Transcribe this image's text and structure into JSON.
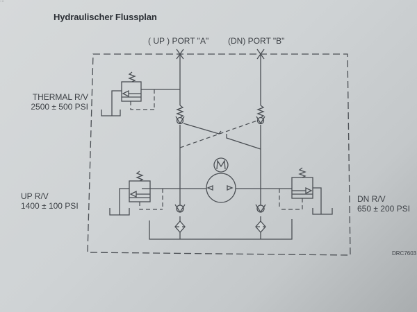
{
  "document": {
    "title": "Hydraulischer Flussplan",
    "figure_id": "DRC7603",
    "top_bleed_text": "..."
  },
  "ports": {
    "port_a": "( UP ) PORT \"A\"",
    "port_b": "(DN) PORT \"B\""
  },
  "relief_valves": {
    "thermal": {
      "name": "THERMAL R/V",
      "pressure": "2500 ± 500 PSI"
    },
    "up": {
      "name": "UP R/V",
      "pressure": "1400 ± 100 PSI"
    },
    "dn": {
      "name": "DN R/V",
      "pressure": "650 ± 200 PSI"
    }
  },
  "components": {
    "motor_symbol": "M",
    "icons": [
      "motor-icon",
      "pump-icon",
      "check-valve-icon",
      "filter-icon",
      "relief-valve-icon",
      "reservoir-icon",
      "port-marker-icon"
    ]
  }
}
